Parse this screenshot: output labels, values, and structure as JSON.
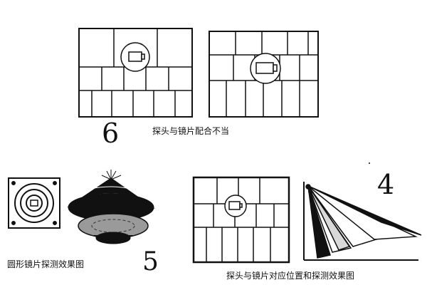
{
  "figure_numbers": {
    "top": "6",
    "bottom_left": "5",
    "bottom_right": "4"
  },
  "captions": {
    "mismatch": "探头与镜片配合不当",
    "round_lens": "圆形镜片探测效果图",
    "relative_position": "探头与镜片对应位置和探测效果图"
  },
  "colors": {
    "ink": "#111111",
    "paper": "#ffffff",
    "light_gray": "#d9d9d9",
    "mid_gray": "#9a9a9a"
  }
}
